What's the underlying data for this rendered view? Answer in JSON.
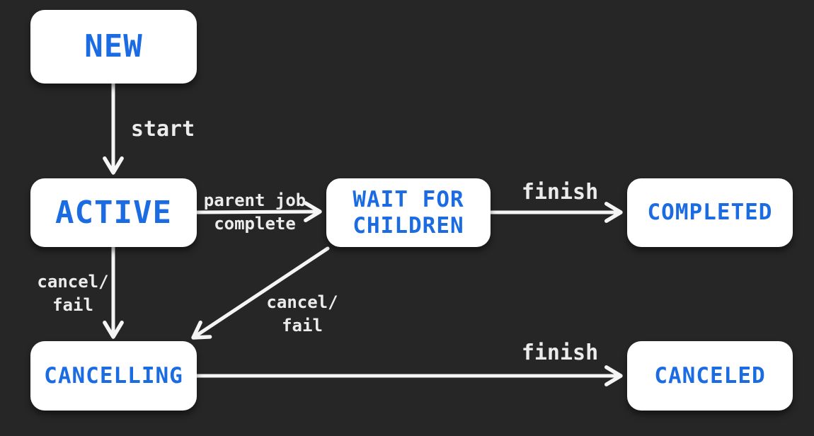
{
  "diagram": {
    "description": "Job state transition diagram",
    "colors": {
      "background": "#262626",
      "node_fill": "#ffffff",
      "node_text": "#1b6ce3",
      "edge_text": "#ececec",
      "arrow": "#f5f5f5"
    },
    "nodes": {
      "new": {
        "label": "NEW"
      },
      "active": {
        "label": "ACTIVE"
      },
      "wait_for_children": {
        "label_lines": [
          "WAIT FOR",
          "CHILDREN"
        ]
      },
      "completed": {
        "label": "COMPLETED"
      },
      "cancelling": {
        "label": "CANCELLING"
      },
      "canceled": {
        "label": "CANCELED"
      }
    },
    "edges": {
      "new_to_active": {
        "from": "new",
        "to": "active",
        "label": "start"
      },
      "active_to_wait_for_children": {
        "from": "active",
        "to": "wait_for_children",
        "label_lines": [
          "parent job",
          "complete"
        ]
      },
      "wait_for_children_to_completed": {
        "from": "wait_for_children",
        "to": "completed",
        "label": "finish"
      },
      "active_to_cancelling": {
        "from": "active",
        "to": "cancelling",
        "label_lines": [
          "cancel/",
          "fail"
        ]
      },
      "wait_for_children_to_cancelling": {
        "from": "wait_for_children",
        "to": "cancelling",
        "label_lines": [
          "cancel/",
          "fail"
        ]
      },
      "cancelling_to_canceled": {
        "from": "cancelling",
        "to": "canceled",
        "label": "finish"
      }
    }
  }
}
